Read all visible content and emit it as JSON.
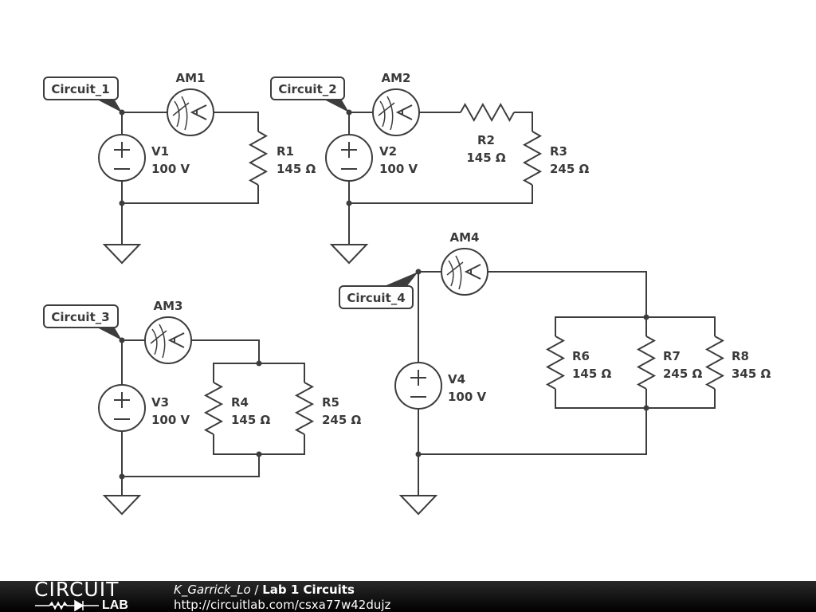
{
  "circuits": [
    {
      "label": "Circuit_1",
      "ammeter": "AM1",
      "source": {
        "name": "V1",
        "value": "100 V"
      },
      "resistors": [
        {
          "name": "R1",
          "value": "145 Ω"
        }
      ]
    },
    {
      "label": "Circuit_2",
      "ammeter": "AM2",
      "source": {
        "name": "V2",
        "value": "100 V"
      },
      "resistors": [
        {
          "name": "R2",
          "value": "145 Ω"
        },
        {
          "name": "R3",
          "value": "245 Ω"
        }
      ]
    },
    {
      "label": "Circuit_3",
      "ammeter": "AM3",
      "source": {
        "name": "V3",
        "value": "100 V"
      },
      "resistors": [
        {
          "name": "R4",
          "value": "145 Ω"
        },
        {
          "name": "R5",
          "value": "245 Ω"
        }
      ]
    },
    {
      "label": "Circuit_4",
      "ammeter": "AM4",
      "source": {
        "name": "V4",
        "value": "100 V"
      },
      "resistors": [
        {
          "name": "R6",
          "value": "145 Ω"
        },
        {
          "name": "R7",
          "value": "245 Ω"
        },
        {
          "name": "R8",
          "value": "345 Ω"
        }
      ]
    }
  ],
  "colors": {
    "wire": "#3d3d3d",
    "footer_bg": "#000000",
    "footer_text": "#ffffff"
  },
  "footer": {
    "logo_top": "CIRCUIT",
    "logo_bottom": "LAB",
    "author": "K_Garrick_Lo",
    "separator": "/",
    "title": "Lab 1 Circuits",
    "url": "http://circuitlab.com/csxa77w42dujz"
  }
}
